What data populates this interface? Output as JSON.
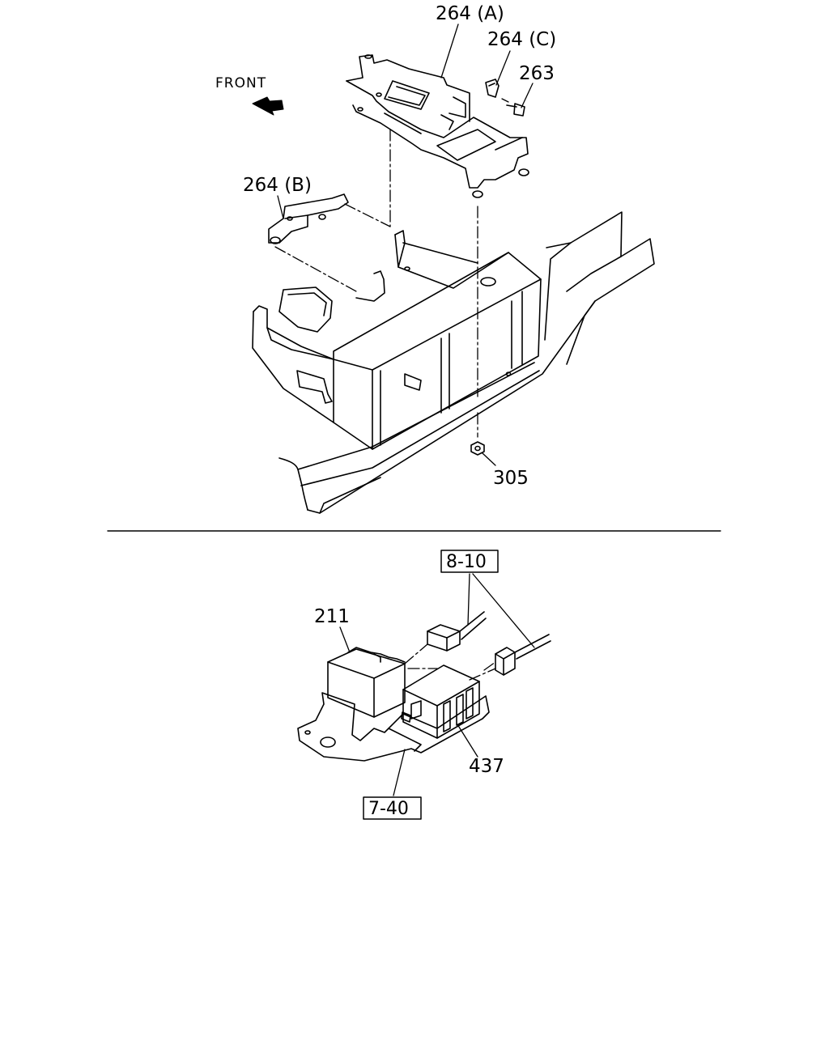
{
  "colors": {
    "line": "#000000",
    "background": "#ffffff"
  },
  "upper": {
    "direction_label": "FRONT",
    "direction_icon": "arrow-front-icon",
    "callouts": [
      {
        "id": "part-264a",
        "label": "264 (A)"
      },
      {
        "id": "part-264c",
        "label": "264 (C)"
      },
      {
        "id": "part-263",
        "label": "263"
      },
      {
        "id": "part-264b",
        "label": "264 (B)"
      },
      {
        "id": "part-305",
        "label": "305"
      }
    ]
  },
  "lower": {
    "callouts": [
      {
        "id": "part-211",
        "label": "211"
      },
      {
        "id": "part-437",
        "label": "437"
      }
    ],
    "references": [
      {
        "id": "ref-8-10",
        "label": "8-10"
      },
      {
        "id": "ref-7-40",
        "label": "7-40"
      }
    ]
  }
}
